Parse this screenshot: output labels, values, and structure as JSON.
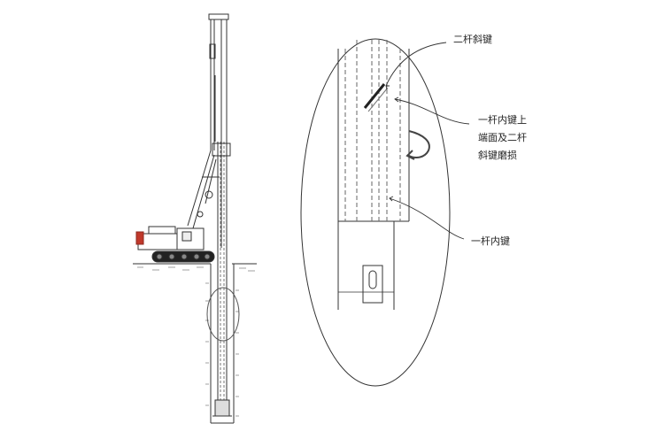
{
  "labels": {
    "second_rod_oblique_key": "二杆斜键",
    "wear_line1": "一杆内键上",
    "wear_line2": "端面及二杆",
    "wear_line3": "斜键磨损",
    "first_rod_inner_key": "一杆内键"
  },
  "colors": {
    "line": "#333333",
    "dash": "#666666",
    "accent": "#c0392b"
  }
}
